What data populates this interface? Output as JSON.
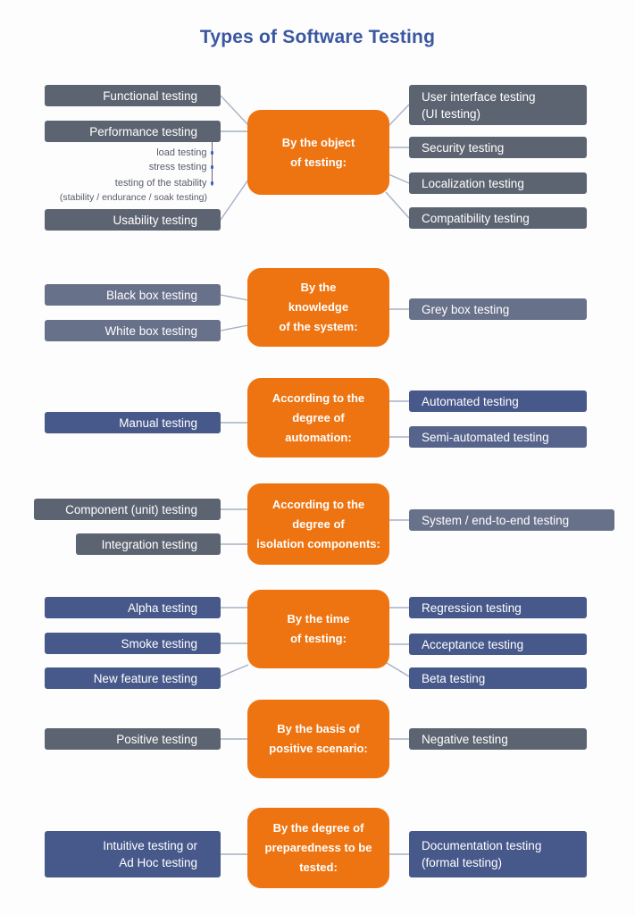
{
  "title": "Types of Software Testing",
  "palette": {
    "orange_node": "#ee7411",
    "gray_box": "#5d6471",
    "slate_box": "#68718a",
    "blue_box": "#47588a",
    "steel_box": "#56648c",
    "title_color": "#3a57a0",
    "connector_line": "#a7b1c4",
    "sub_bullet": "#3b64c9",
    "sub_text": "#565c68"
  },
  "groups": [
    {
      "center": "By the object\nof testing:",
      "left": [
        "Functional testing",
        "Performance testing",
        "Usability testing"
      ],
      "sub_items": [
        "load testing",
        "stress testing",
        "testing of the stability"
      ],
      "sub_note": "(stability / endurance / soak testing)",
      "right": [
        "User interface testing\n(UI testing)",
        "Security testing",
        "Localization testing",
        "Compatibility testing"
      ]
    },
    {
      "center": "By the\nknowledge\nof the system:",
      "left": [
        "Black box testing",
        "White box testing"
      ],
      "right": [
        "Grey box testing"
      ]
    },
    {
      "center": "According to the\ndegree of\nautomation:",
      "left": [
        "Manual testing"
      ],
      "right": [
        "Automated testing",
        "Semi-automated testing"
      ]
    },
    {
      "center": "According to the\ndegree of\nisolation components:",
      "left": [
        "Component (unit) testing",
        "Integration testing"
      ],
      "right": [
        "System / end-to-end testing"
      ]
    },
    {
      "center": "By the time\nof testing:",
      "left": [
        "Alpha testing",
        "Smoke testing",
        "New feature testing"
      ],
      "right": [
        "Regression testing",
        "Acceptance testing",
        "Beta testing"
      ]
    },
    {
      "center": "By the basis of\npositive scenario:",
      "left": [
        "Positive testing"
      ],
      "right": [
        "Negative testing"
      ]
    },
    {
      "center": "By the degree of\npreparedness to be\ntested:",
      "left": [
        "Intuitive testing or\nAd Hoc testing"
      ],
      "right": [
        "Documentation testing\n(formal testing)"
      ]
    }
  ]
}
